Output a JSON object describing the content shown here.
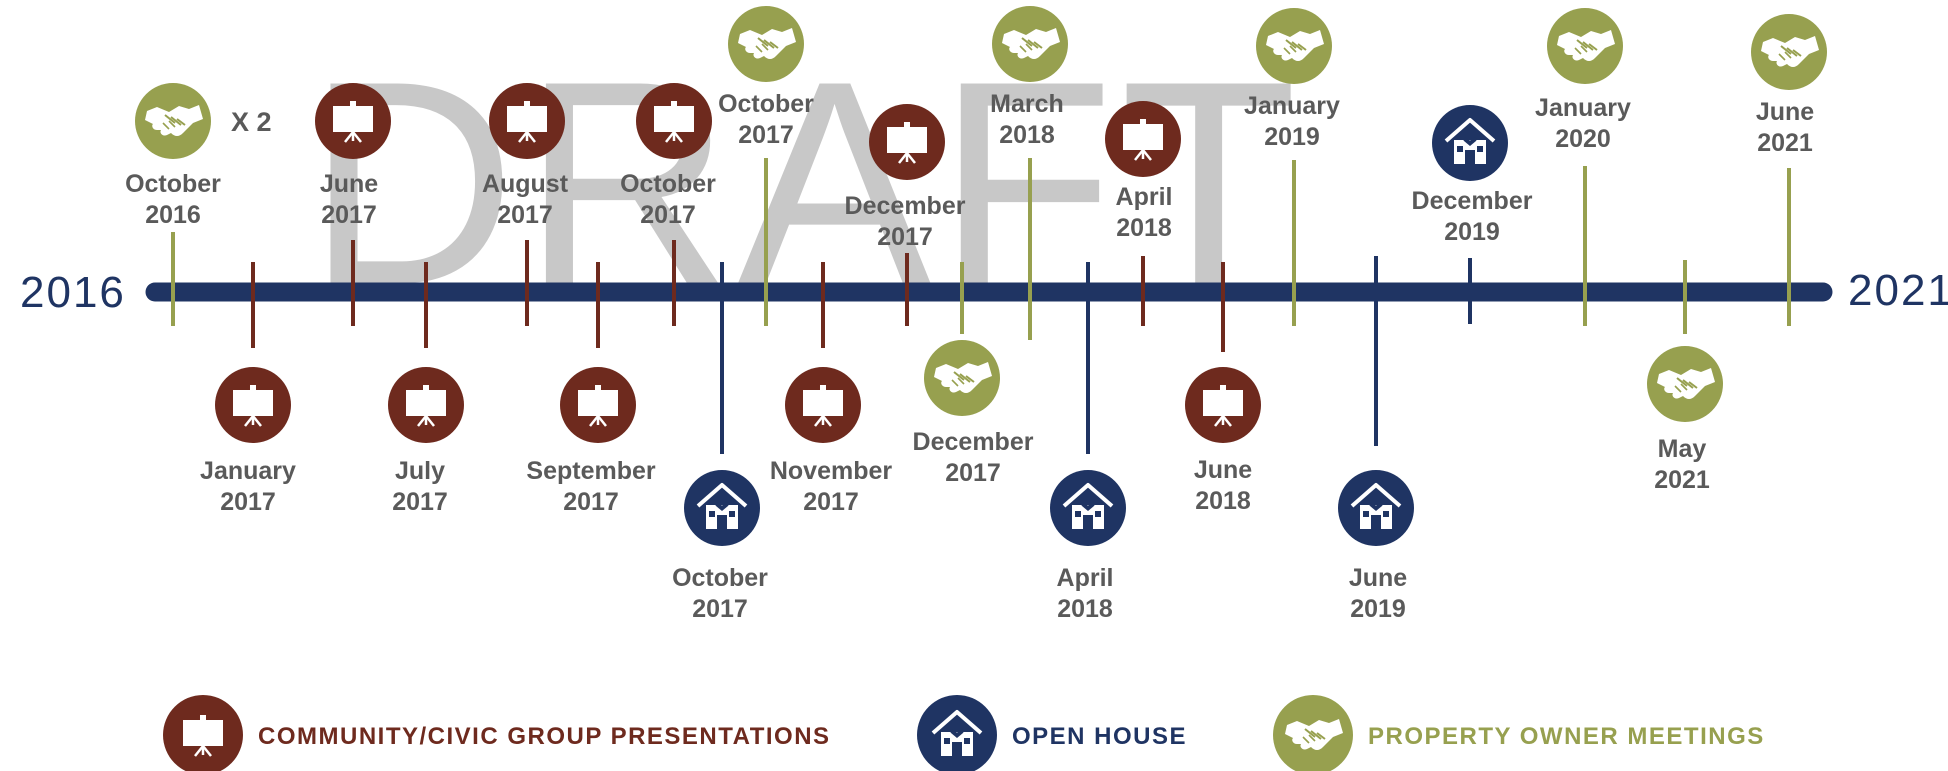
{
  "watermark": "DRAFT",
  "timeline": {
    "start_label": "2016",
    "end_label": "2021"
  },
  "colors": {
    "presentation": "#6e2a1e",
    "open_house": "#1f3463",
    "property_owner": "#97a04f",
    "axis": "#1f3463",
    "label_text": "#5a5a5a"
  },
  "legend": [
    {
      "type": "presentation",
      "icon": "presentation-board-icon",
      "label": "COMMUNITY/CIVIC GROUP PRESENTATIONS"
    },
    {
      "type": "open_house",
      "icon": "house-icon",
      "label": "OPEN HOUSE"
    },
    {
      "type": "property_owner",
      "icon": "handshake-icon",
      "label": "PROPERTY OWNER MEETINGS"
    }
  ],
  "events": [
    {
      "type": "property_owner",
      "month": "October",
      "year": "2016",
      "side": "above",
      "note": "X 2"
    },
    {
      "type": "presentation",
      "month": "January",
      "year": "2017",
      "side": "below"
    },
    {
      "type": "presentation",
      "month": "June",
      "year": "2017",
      "side": "above"
    },
    {
      "type": "presentation",
      "month": "July",
      "year": "2017",
      "side": "below"
    },
    {
      "type": "presentation",
      "month": "August",
      "year": "2017",
      "side": "above"
    },
    {
      "type": "presentation",
      "month": "September",
      "year": "2017",
      "side": "below"
    },
    {
      "type": "presentation",
      "month": "October",
      "year": "2017",
      "side": "above"
    },
    {
      "type": "open_house",
      "month": "October",
      "year": "2017",
      "side": "below"
    },
    {
      "type": "property_owner",
      "month": "October",
      "year": "2017",
      "side": "above"
    },
    {
      "type": "presentation",
      "month": "November",
      "year": "2017",
      "side": "below"
    },
    {
      "type": "presentation",
      "month": "December",
      "year": "2017",
      "side": "above"
    },
    {
      "type": "property_owner",
      "month": "December",
      "year": "2017",
      "side": "below"
    },
    {
      "type": "property_owner",
      "month": "March",
      "year": "2018",
      "side": "above"
    },
    {
      "type": "open_house",
      "month": "April",
      "year": "2018",
      "side": "below"
    },
    {
      "type": "presentation",
      "month": "April",
      "year": "2018",
      "side": "above"
    },
    {
      "type": "presentation",
      "month": "June",
      "year": "2018",
      "side": "below"
    },
    {
      "type": "property_owner",
      "month": "January",
      "year": "2019",
      "side": "above"
    },
    {
      "type": "open_house",
      "month": "June",
      "year": "2019",
      "side": "below"
    },
    {
      "type": "open_house",
      "month": "December",
      "year": "2019",
      "side": "above"
    },
    {
      "type": "property_owner",
      "month": "January",
      "year": "2020",
      "side": "above"
    },
    {
      "type": "property_owner",
      "month": "May",
      "year": "2021",
      "side": "below"
    },
    {
      "type": "property_owner",
      "month": "June",
      "year": "2021",
      "side": "above"
    }
  ]
}
